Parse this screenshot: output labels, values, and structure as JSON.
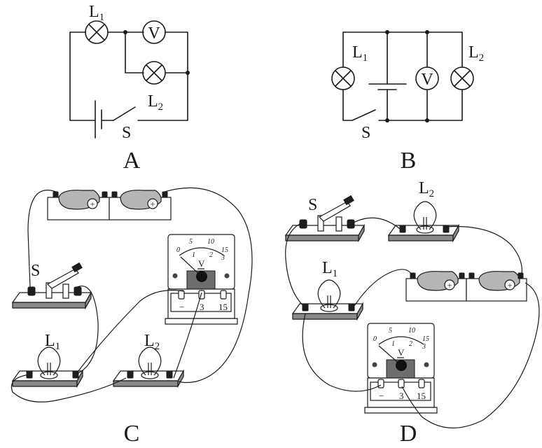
{
  "figure": {
    "panels": [
      {
        "id": "A",
        "caption": "A",
        "type": "schematic",
        "components": {
          "lamp1_label": "L",
          "lamp1_sub": "1",
          "lamp2_label": "L",
          "lamp2_sub": "2",
          "voltmeter_symbol": "V",
          "switch_label": "S"
        },
        "description": "L1 in series; voltmeter in parallel with L2; battery and switch S"
      },
      {
        "id": "B",
        "caption": "B",
        "type": "schematic",
        "components": {
          "lamp1_label": "L",
          "lamp1_sub": "1",
          "lamp2_label": "L",
          "lamp2_sub": "2",
          "voltmeter_symbol": "V",
          "switch_label": "S"
        },
        "description": "L1 with switch S, battery, voltmeter and L2 all in parallel branches"
      },
      {
        "id": "C",
        "caption": "C",
        "type": "physical",
        "components": {
          "lamp1_label": "L",
          "lamp1_sub": "1",
          "lamp2_label": "L",
          "lamp2_sub": "2",
          "switch_label": "S",
          "battery_plus": "+",
          "voltmeter": {
            "unit": "V",
            "scale_top": [
              "0",
              "5",
              "10",
              "15"
            ],
            "scale_bottom": [
              "1",
              "2",
              "3"
            ],
            "terminals": [
              "−",
              "3",
              "15"
            ]
          }
        }
      },
      {
        "id": "D",
        "caption": "D",
        "type": "physical",
        "components": {
          "lamp1_label": "L",
          "lamp1_sub": "1",
          "lamp2_label": "L",
          "lamp2_sub": "2",
          "switch_label": "S",
          "battery_plus": "+",
          "voltmeter": {
            "unit": "V",
            "scale_top": [
              "0",
              "5",
              "10",
              "15"
            ],
            "scale_bottom": [
              "1",
              "2",
              "3"
            ],
            "terminals": [
              "−",
              "3",
              "15"
            ]
          }
        }
      }
    ]
  }
}
